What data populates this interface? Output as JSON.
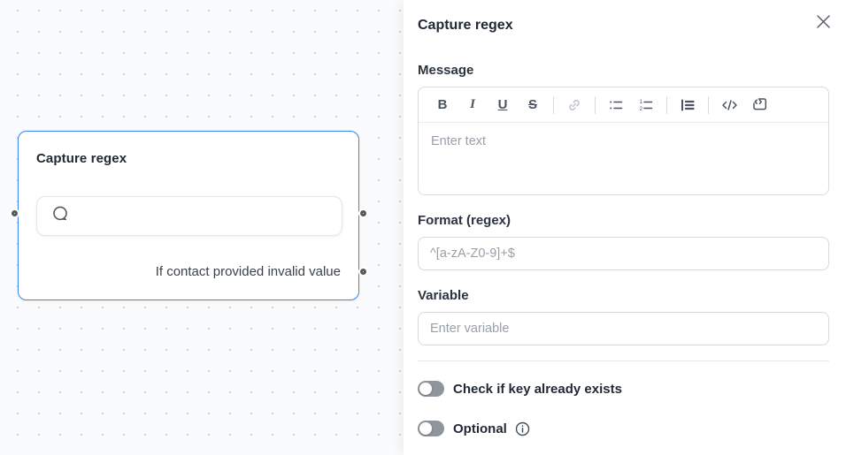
{
  "canvas": {
    "node": {
      "title": "Capture regex",
      "footer_label": "If contact provided invalid value"
    }
  },
  "panel": {
    "title": "Capture regex",
    "message": {
      "label": "Message",
      "placeholder": "Enter text",
      "toolbar": {
        "bold": "B",
        "italic": "I",
        "underline": "U",
        "strikethrough": "S"
      }
    },
    "format": {
      "label": "Format (regex)",
      "placeholder": "^[a-zA-Z0-9]+$",
      "value": ""
    },
    "variable": {
      "label": "Variable",
      "placeholder": "Enter variable",
      "value": ""
    },
    "toggles": [
      {
        "label": "Check if key already exists",
        "state": "off"
      },
      {
        "label": "Optional",
        "state": "off"
      }
    ]
  },
  "colors": {
    "node_border_accent": "#3d82f0",
    "canvas_background": "#fafbfc",
    "text_dark": "#222936",
    "placeholder_gray": "#99a0aa",
    "toggle_off_track": "#90959d",
    "port_ring": "#53585f"
  }
}
